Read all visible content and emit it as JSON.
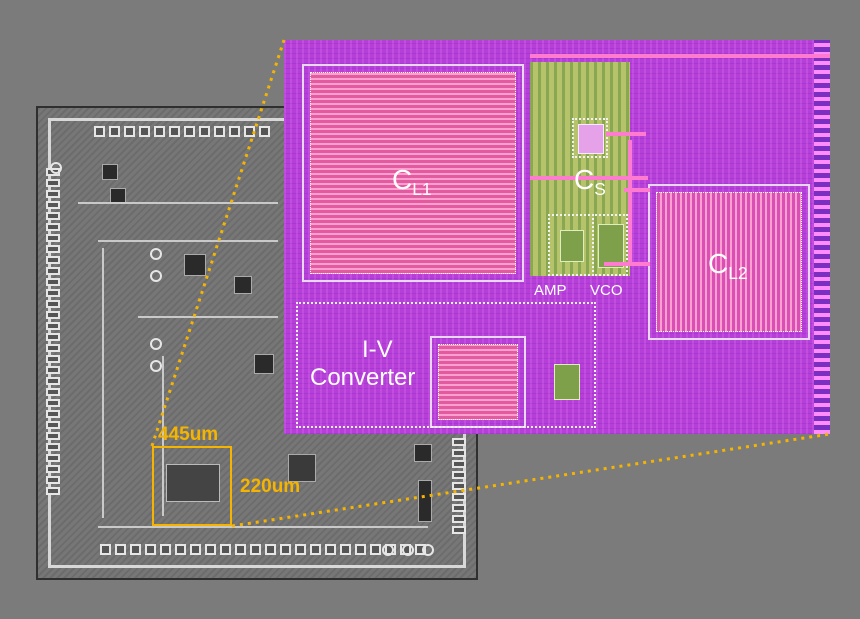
{
  "chip_photo": {
    "width_label": "445um",
    "height_label": "220um",
    "highlight_color": "#f4b400"
  },
  "zoom_photo": {
    "labels": {
      "cl1": {
        "main": "C",
        "sub": "L1"
      },
      "cs": {
        "main": "C",
        "sub": "S"
      },
      "cl2": {
        "main": "C",
        "sub": "L2"
      },
      "amp": "AMP",
      "vco": "VCO",
      "iv_line1": "I-V",
      "iv_line2": "Converter"
    },
    "colors": {
      "die": "#b63fd8",
      "capacitor": "#e25a9f",
      "core": "#b6c36a",
      "label": "#ffffff"
    }
  }
}
